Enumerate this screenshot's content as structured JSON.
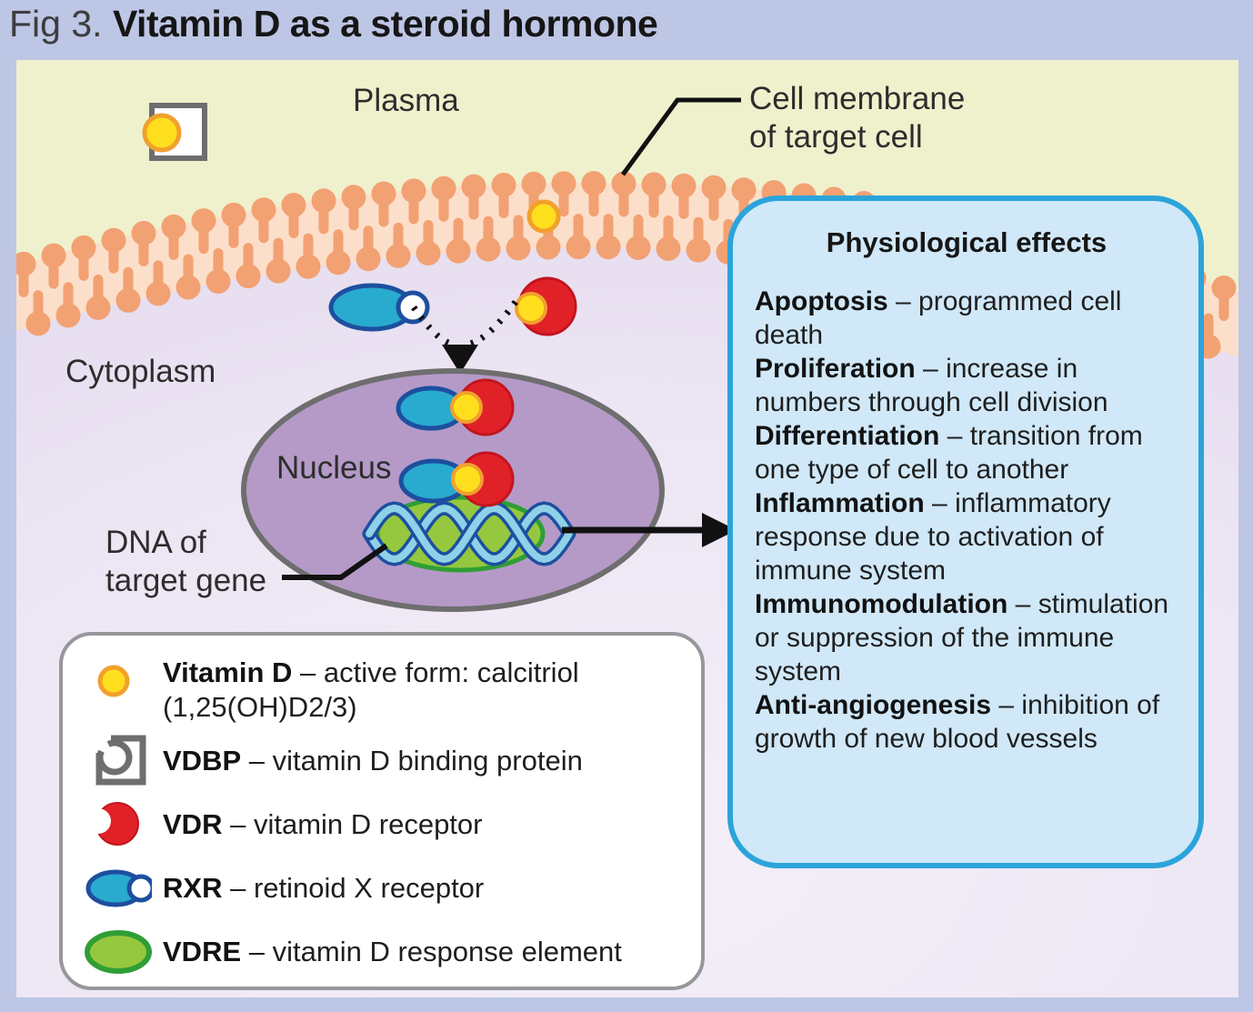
{
  "figure": {
    "label": "Fig 3.",
    "title": "Vitamin D as a steroid hormone"
  },
  "labels": {
    "plasma": "Plasma",
    "cytoplasm": "Cytoplasm",
    "nucleus": "Nucleus",
    "cell_membrane_line1": "Cell membrane",
    "cell_membrane_line2": "of target cell",
    "dna_line1": "DNA of",
    "dna_line2": "target gene"
  },
  "effects_panel": {
    "title": "Physiological effects",
    "separator": "–",
    "items": [
      {
        "term": "Apoptosis",
        "desc": "programmed cell death"
      },
      {
        "term": "Proliferation",
        "desc": "increase in numbers through cell division"
      },
      {
        "term": "Differentiation",
        "desc": "transition from one type of cell to another"
      },
      {
        "term": "Inflammation",
        "desc": "inflammatory response due to activation of immune system"
      },
      {
        "term": "Immunomodulation",
        "desc": "stimulation or suppression of the immune system"
      },
      {
        "term": "Anti-angiogenesis",
        "desc": "inhibition of growth of new blood vessels"
      }
    ]
  },
  "legend": {
    "separator": "–",
    "items": [
      {
        "icon": "vitamin-d-icon",
        "term": "Vitamin D",
        "desc": "active form: calcitriol (1,25(OH)D2/3)"
      },
      {
        "icon": "vdbp-icon",
        "term": "VDBP",
        "desc": "vitamin D binding protein"
      },
      {
        "icon": "vdr-icon",
        "term": "VDR",
        "desc": "vitamin D receptor"
      },
      {
        "icon": "rxr-icon",
        "term": "RXR",
        "desc": "retinoid X receptor"
      },
      {
        "icon": "vdre-icon",
        "term": "VDRE",
        "desc": "vitamin D response element"
      }
    ]
  },
  "colors": {
    "background": "#bdc6e5",
    "plasma": "#eff1cd",
    "cytoplasm": "#ece5f3",
    "membrane_lipid": "#f2a173",
    "membrane_band": "#fcdfca",
    "nucleus": "#b59ac8",
    "nucleus_outline": "#6e6e6e",
    "vdre_green": "#95c83e",
    "vdre_outline": "#2f9e35",
    "rxr_teal": "#29aacf",
    "rxr_outline": "#1d4f9f",
    "vdr_red": "#e12128",
    "vitamin_d_yellow": "#ffdf1d",
    "vitamin_d_outline": "#f1a12c",
    "effects_panel_fill": "#d0e8f8",
    "effects_panel_border": "#2ba4db",
    "dna_strand": "#8fd1e8",
    "dna_outline": "#1d4f9f"
  }
}
